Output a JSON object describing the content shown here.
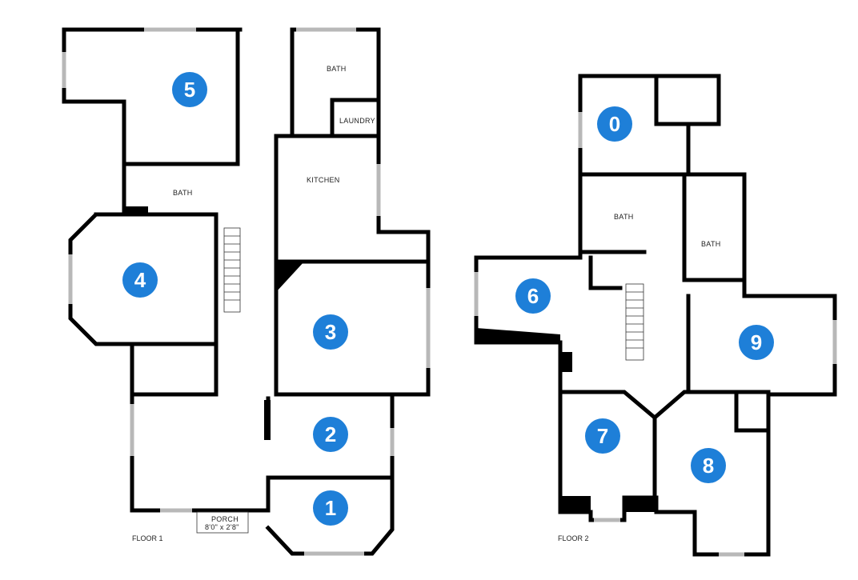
{
  "floors": [
    {
      "label": "FLOOR 1"
    },
    {
      "label": "FLOOR 2"
    }
  ],
  "room_labels": {
    "bath_f1_top": "BATH",
    "laundry": "LAUNDRY",
    "kitchen": "KITCHEN",
    "bath_f1_mid": "BATH",
    "porch": "PORCH",
    "porch_size": "8'0\" x 2'8\"",
    "bath_f2_left": "BATH",
    "bath_f2_right": "BATH"
  },
  "markers": [
    "5",
    "4",
    "3",
    "2",
    "1",
    "0",
    "6",
    "9",
    "7",
    "8"
  ],
  "colors": {
    "marker": "#1e7fd8",
    "wall": "#000000",
    "window": "#b8b8b8"
  }
}
